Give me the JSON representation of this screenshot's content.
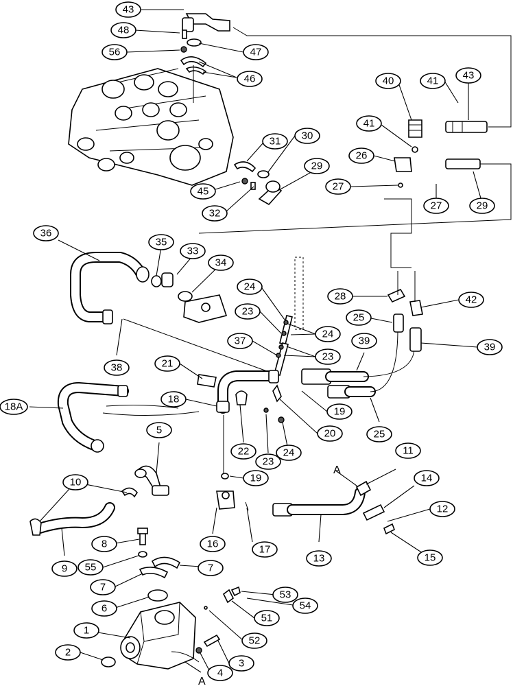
{
  "callouts": [
    "43",
    "48",
    "56",
    "47",
    "46",
    "40",
    "41",
    "43",
    "41",
    "30",
    "31",
    "26",
    "29",
    "45",
    "27",
    "32",
    "27",
    "29",
    "36",
    "35",
    "33",
    "34",
    "24",
    "28",
    "42",
    "23",
    "24",
    "25",
    "37",
    "23",
    "39",
    "39",
    "38",
    "21",
    "18A",
    "18",
    "19",
    "20",
    "25",
    "22",
    "23",
    "24",
    "5",
    "19",
    "11",
    "14",
    "10",
    "13",
    "12",
    "16",
    "17",
    "8",
    "9",
    "55",
    "7",
    "7",
    "15",
    "6",
    "53",
    "54",
    "51",
    "1",
    "52",
    "2",
    "3",
    "4"
  ],
  "reference_labels": [
    "A",
    "A"
  ]
}
